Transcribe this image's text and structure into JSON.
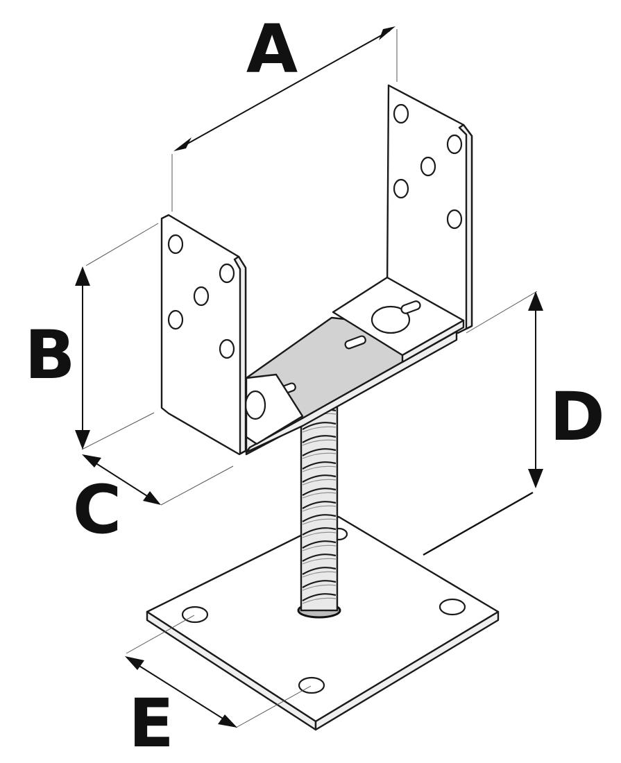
{
  "diagram": {
    "dimension_labels": {
      "a": "A",
      "b": "B",
      "c": "C",
      "d": "D",
      "e": "E"
    }
  }
}
